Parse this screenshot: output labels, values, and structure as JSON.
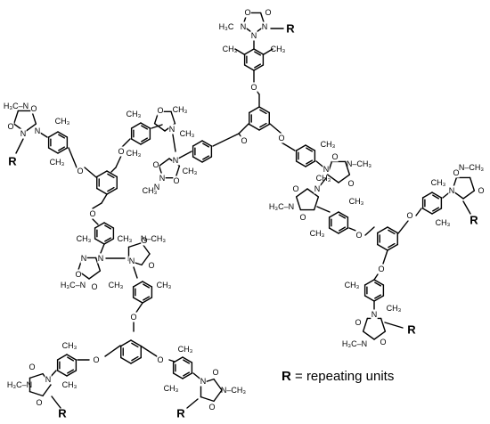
{
  "legend": {
    "symbol": "R",
    "text": " = repeating units"
  },
  "labels": {
    "R": "R",
    "N": "N",
    "O": "O",
    "CH3N": "H3C",
    "NCH3": "N"
  },
  "methyl_labels": {
    "ch3_left": "H₃C–N",
    "ch3_right": "N–CH₃",
    "ch3": "CH₃"
  }
}
